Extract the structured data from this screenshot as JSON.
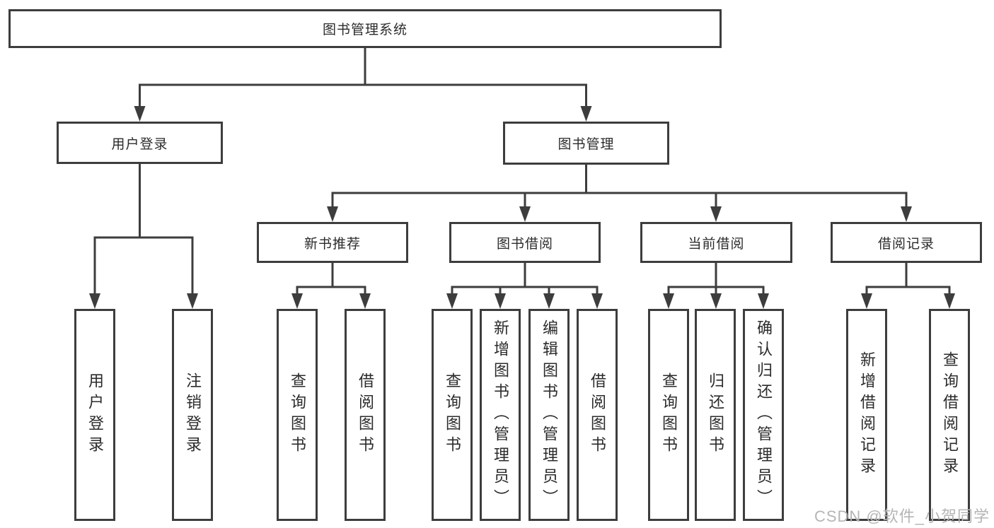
{
  "watermark": "CSDN @软件_小贺同学",
  "colors": {
    "line": "#3d3d3d",
    "text": "#2b2b2b",
    "watermark": "#b5b5b5",
    "background": "#ffffff"
  },
  "tree": {
    "root": {
      "label": "图书管理系统"
    },
    "level2": [
      {
        "label": "用户登录",
        "children": [
          {
            "label": "用户登录"
          },
          {
            "label": "注销登录"
          }
        ]
      },
      {
        "label": "图书管理",
        "children": [
          {
            "label": "新书推荐",
            "children": [
              {
                "label": "查询图书"
              },
              {
                "label": "借阅图书"
              }
            ]
          },
          {
            "label": "图书借阅",
            "children": [
              {
                "label": "查询图书"
              },
              {
                "label": "新增图书（管理员）"
              },
              {
                "label": "编辑图书（管理员）"
              },
              {
                "label": "借阅图书"
              }
            ]
          },
          {
            "label": "当前借阅",
            "children": [
              {
                "label": "查询图书"
              },
              {
                "label": "归还图书"
              },
              {
                "label": "确认归还（管理员）"
              }
            ]
          },
          {
            "label": "借阅记录",
            "children": [
              {
                "label": "新增借阅记录"
              },
              {
                "label": "查询借阅记录"
              }
            ]
          }
        ]
      }
    ]
  }
}
